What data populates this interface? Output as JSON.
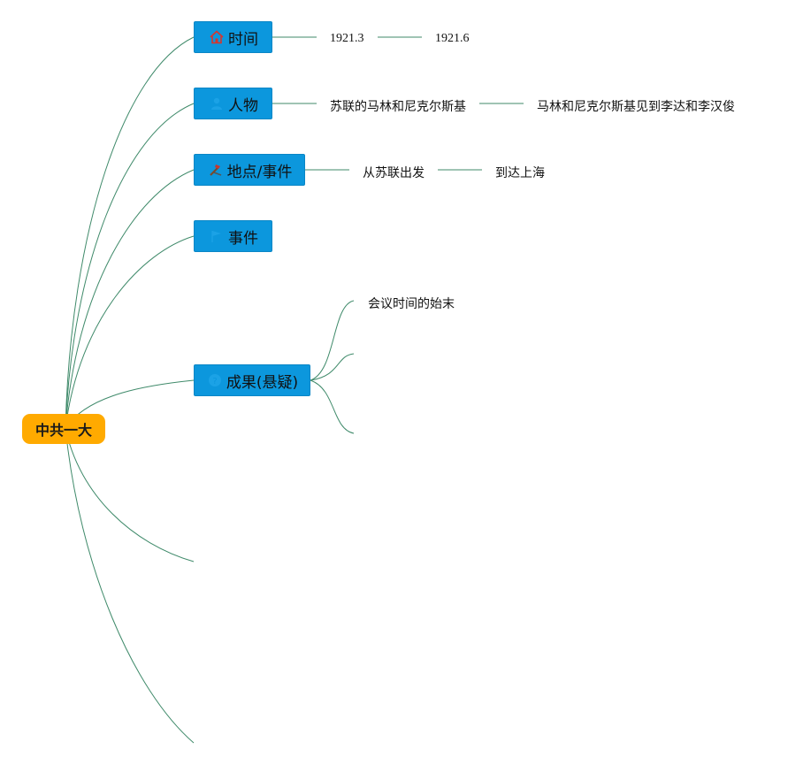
{
  "root": {
    "label": "中共一大"
  },
  "branches": [
    {
      "label": "时间",
      "icon": "house-icon"
    },
    {
      "label": "人物",
      "icon": "person-icon"
    },
    {
      "label": "地点/事件",
      "icon": "tools-icon"
    },
    {
      "label": "事件",
      "icon": "flag-icon"
    },
    {
      "label": "成果(悬疑)",
      "icon": "question-icon"
    }
  ],
  "leaves": {
    "time": [
      "1921.3",
      "1921.6"
    ],
    "people": [
      "苏联的马林和尼克尔斯基",
      "马林和尼克尔斯基见到李达和李汉俊"
    ],
    "place": [
      "从苏联出发",
      "到达上海"
    ],
    "result": [
      "会议时间的始末"
    ]
  },
  "colors": {
    "root_fill": "#ffaa00",
    "branch_fill": "#0c97dd",
    "connector": "#3f8a6a"
  }
}
